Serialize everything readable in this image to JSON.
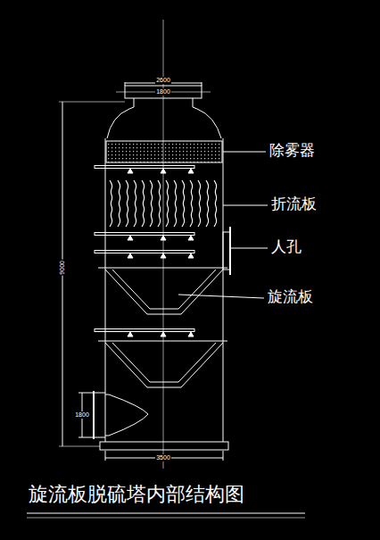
{
  "diagram": {
    "title": "旋流板脱硫塔内部结构图",
    "labels": [
      "2600",
      "1800",
      "9000",
      "除雾器",
      "折流板",
      "人孔",
      "旋流板",
      "1800",
      "3500"
    ]
  }
}
